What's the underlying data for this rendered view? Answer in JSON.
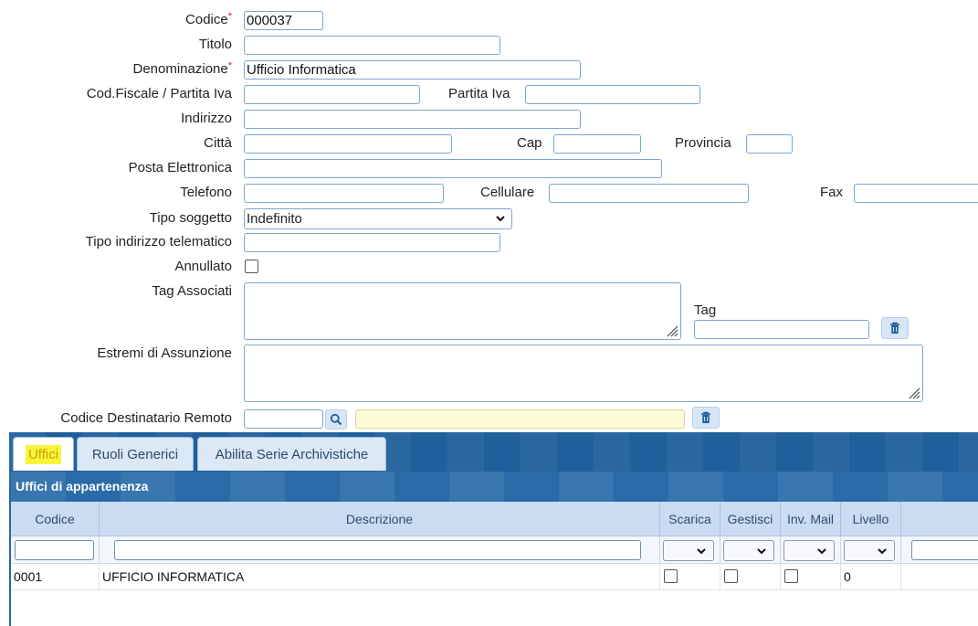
{
  "form": {
    "codice_label": "Codice",
    "codice_value": "000037",
    "titolo_label": "Titolo",
    "denominazione_label": "Denominazione",
    "denominazione_value": "Ufficio Informatica",
    "cf_label": "Cod.Fiscale / Partita Iva",
    "piva_label": "Partita Iva",
    "indirizzo_label": "Indirizzo",
    "citta_label": "Città",
    "cap_label": "Cap",
    "provincia_label": "Provincia",
    "email_label": "Posta Elettronica",
    "telefono_label": "Telefono",
    "cellulare_label": "Cellulare",
    "fax_label": "Fax",
    "tipo_soggetto_label": "Tipo soggetto",
    "tipo_soggetto_value": "Indefinito",
    "tipo_indirizzo_label": "Tipo indirizzo telematico",
    "annullato_label": "Annullato",
    "tag_associati_label": "Tag Associati",
    "tag_label": "Tag",
    "estremi_label": "Estremi di Assunzione",
    "codice_dest_label": "Codice Destinatario Remoto",
    "required_mark": "*"
  },
  "tabs": [
    {
      "label": "Uffici",
      "active": true
    },
    {
      "label": "Ruoli Generici",
      "active": false
    },
    {
      "label": "Abilita Serie Archivistiche",
      "active": false
    }
  ],
  "grid": {
    "title": "Uffici di appartenenza",
    "columns": [
      "Codice",
      "Descrizione",
      "Scarica",
      "Gestisci",
      "Inv. Mail",
      "Livello"
    ],
    "rows": [
      {
        "codice": "0001",
        "descrizione": "UFFICIO INFORMATICA",
        "scarica": false,
        "gestisci": false,
        "inv_mail": false,
        "livello": "0"
      }
    ]
  },
  "colors": {
    "accent": "#1f5f9c",
    "required": "#d32020",
    "highlight": "#f7f53a",
    "lookup_field": "#fdfbd6"
  },
  "icons": [
    "trash-icon",
    "search-icon",
    "chevron-down-icon",
    "resize-grip-icon"
  ]
}
